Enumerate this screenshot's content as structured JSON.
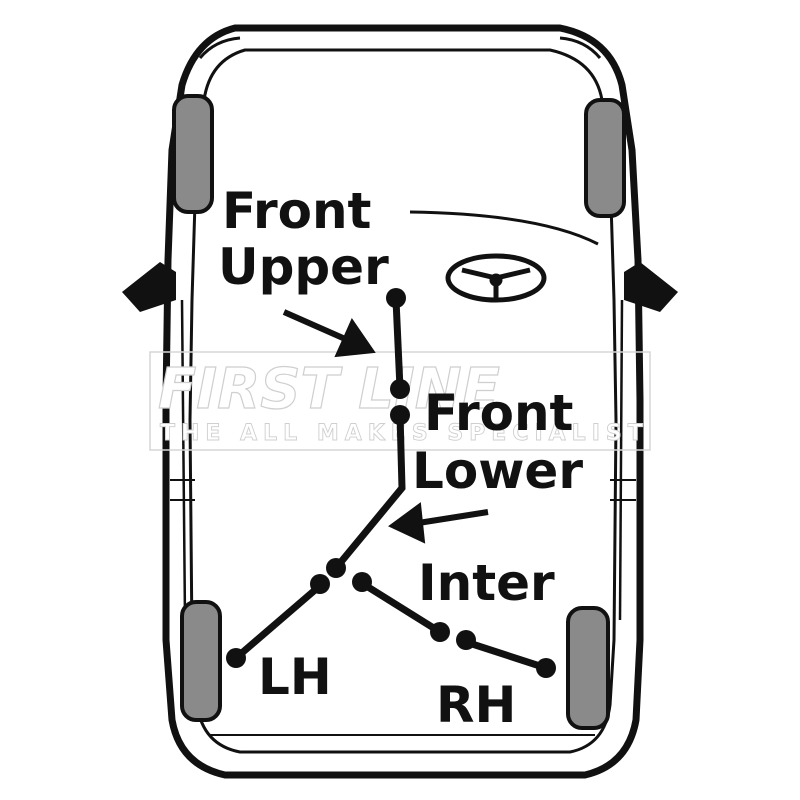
{
  "labels": {
    "front_upper_line1": "Front",
    "front_upper_line2": "Upper",
    "front_lower_line1": "Front",
    "front_lower_line2": "Lower",
    "inter": "Inter",
    "lh": "LH",
    "rh": "RH"
  },
  "watermark": {
    "title": "FIRST LINE",
    "subtitle": "THE ALL MAKES SPECIALIST"
  },
  "colors": {
    "outline": "#111111",
    "tyre_fill": "#8a8a8a",
    "watermark_stroke": "#cfcfcf",
    "background": "#ffffff"
  },
  "icons": {
    "steering": "steering-wheel-icon",
    "arrows": "pointer-arrow-icon"
  }
}
